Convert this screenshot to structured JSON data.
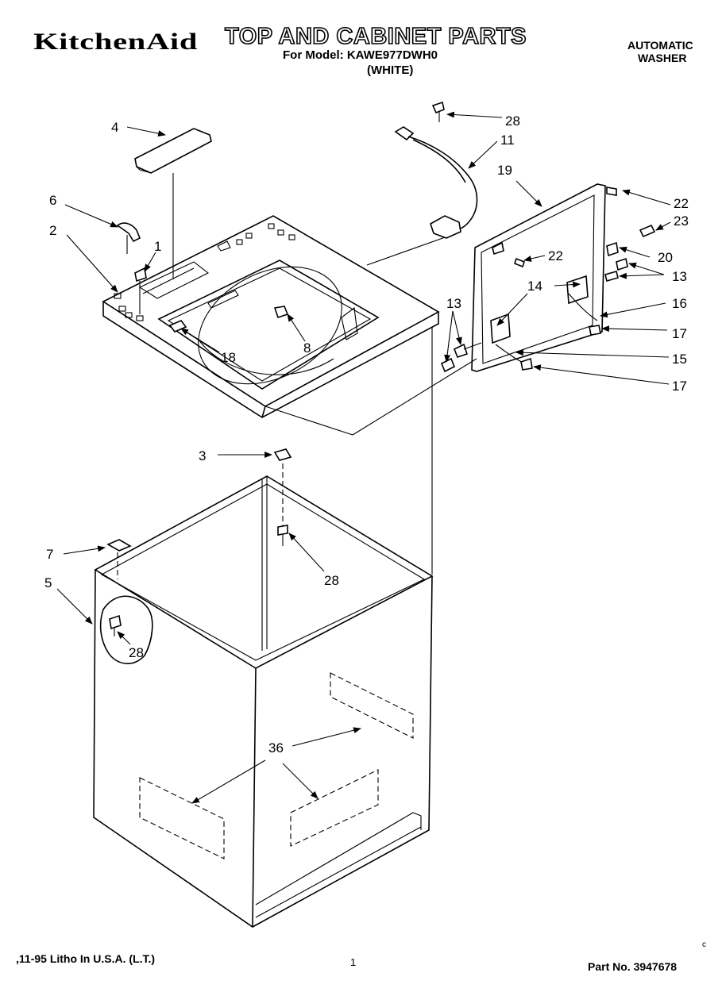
{
  "header": {
    "brand": "KitchenAid",
    "title": "TOP AND CABINET PARTS",
    "model_line": "For Model: KAWE977DWH0",
    "color_line": "(WHITE)",
    "appliance_line1": "AUTOMATIC",
    "appliance_line2": "WASHER"
  },
  "footer": {
    "litho": ",11-95 Litho In U.S.A. (L.T.)",
    "page": "1",
    "part_number": "Part No. 3947678",
    "corner_mark": "c"
  },
  "callouts": {
    "c28_top": "28",
    "c11": "11",
    "c19": "19",
    "c4": "4",
    "c22_top": "22",
    "c23": "23",
    "c6": "6",
    "c2": "2",
    "c1": "1",
    "c22_mid": "22",
    "c20": "20",
    "c14": "14",
    "c13_right": "13",
    "c16": "16",
    "c13_left": "13",
    "c17_top": "17",
    "c8": "8",
    "c18": "18",
    "c15": "15",
    "c17_bottom": "17",
    "c3": "3",
    "c28_mid": "28",
    "c7": "7",
    "c5": "5",
    "c28_low": "28",
    "c36": "36"
  }
}
